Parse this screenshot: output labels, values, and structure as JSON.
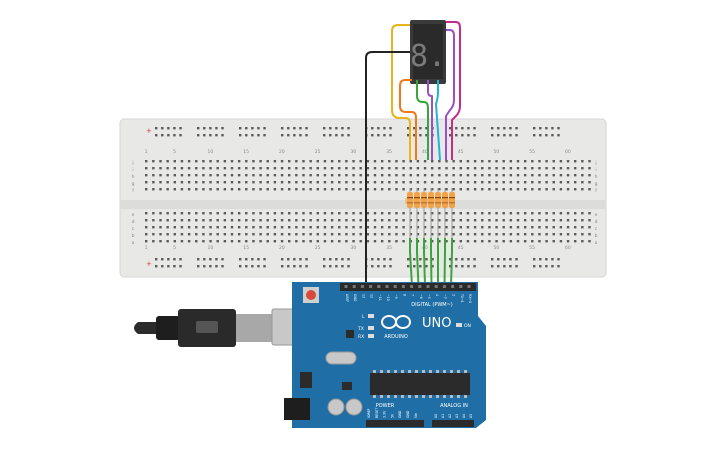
{
  "breadboard": {
    "column_numbers": [
      "1",
      "5",
      "10",
      "15",
      "20",
      "25",
      "30",
      "35",
      "40",
      "45",
      "50",
      "55",
      "60"
    ],
    "row_letters_top": [
      "j",
      "i",
      "h",
      "g",
      "f"
    ],
    "row_letters_bottom": [
      "e",
      "d",
      "c",
      "b",
      "a"
    ],
    "rail_plus": "+",
    "rail_minus": "-"
  },
  "display": {
    "digit": "8."
  },
  "arduino": {
    "model": "UNO",
    "brand": "ARDUINO",
    "digital_label": "DIGITAL (PWM~)",
    "analog_label": "ANALOG IN",
    "power_label": "POWER",
    "on_label": "ON",
    "led_l": "L",
    "led_tx": "TX",
    "led_rx": "RX",
    "top_pins": [
      "AREF",
      "GND",
      "13",
      "12",
      "~11",
      "~10",
      "~9",
      "8",
      "7",
      "~6",
      "~5",
      "4",
      "~3",
      "2",
      "TX→1",
      "RX←0"
    ],
    "power_pins": [
      "IOREF",
      "RESET",
      "3.3V",
      "5V",
      "GND",
      "GND",
      "Vin"
    ],
    "analog_pins": [
      "A0",
      "A1",
      "A2",
      "A3",
      "A4",
      "A5"
    ]
  },
  "colors": {
    "board": "#1f6fa6",
    "breadboard": "#e8e8e6",
    "wire_green": "#3aa53a",
    "wire_black": "#222222",
    "wire_yellow": "#e8b41c",
    "wire_orange": "#f07a1a",
    "wire_cyan": "#23b3d6",
    "wire_purple": "#9a4fc7",
    "wire_magenta": "#c32c8c",
    "resistor": "#f1a34a"
  }
}
